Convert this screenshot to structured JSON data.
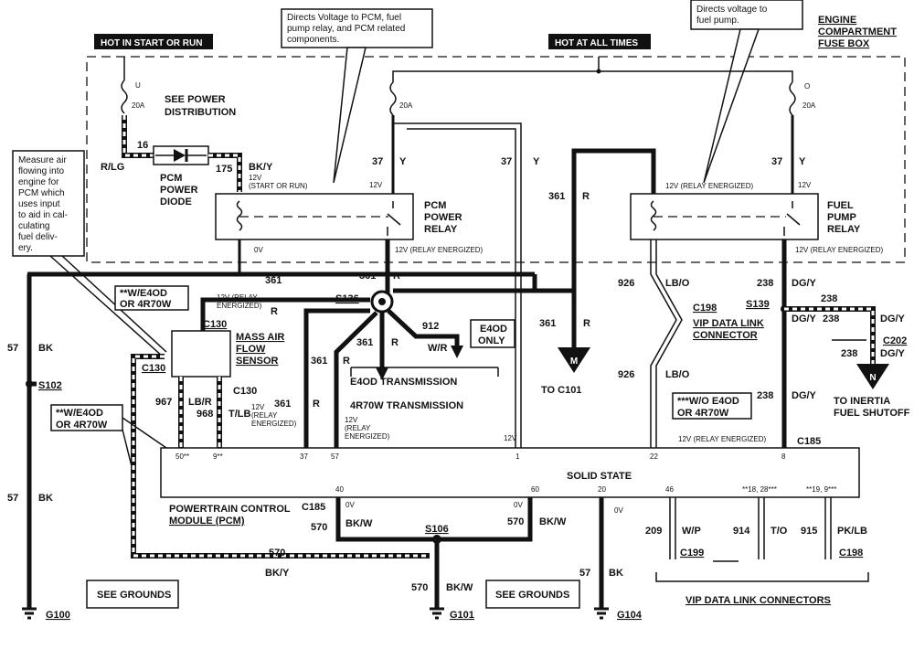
{
  "header": {
    "hot_start_run": "HOT IN START OR RUN",
    "hot_all_times": "HOT AT ALL TIMES",
    "fuse_box": [
      "ENGINE",
      "COMPARTMENT",
      "FUSE BOX"
    ]
  },
  "callouts": {
    "pcm_voltage": [
      "Directs Voltage to PCM, fuel",
      "pump relay, and PCM related",
      "components."
    ],
    "fuel_pump_voltage": [
      "Directs voltage to",
      "fuel pump."
    ],
    "maf": [
      "Measure air",
      "flowing into",
      "engine for",
      "PCM which",
      "uses input",
      "to aid in cal-",
      "culating",
      "fuel deliv-",
      "ery."
    ]
  },
  "fuses": {
    "u": {
      "letter": "U",
      "rating": "20A"
    },
    "mid": {
      "rating": "20A"
    },
    "o": {
      "letter": "O",
      "rating": "20A"
    }
  },
  "see_power_distribution": [
    "SEE POWER",
    "DISTRIBUTION"
  ],
  "diode": {
    "label": [
      "PCM",
      "POWER",
      "DIODE"
    ],
    "circuit_16": "16",
    "circuit_16_color": "R/LG",
    "circuit_175": "175",
    "circuit_175_color": "BK/Y",
    "volt": "12V",
    "volt_note": "(START OR RUN)"
  },
  "pcm_relay": {
    "label": [
      "PCM",
      "POWER",
      "RELAY"
    ],
    "v12": "12V",
    "v0": "0V",
    "v12_energized": "12V (RELAY ENERGIZED)"
  },
  "fuel_pump_relay": {
    "label": [
      "FUEL",
      "PUMP",
      "RELAY"
    ],
    "v12_energized_top": "12V (RELAY ENERGIZED)",
    "v12": "12V",
    "v12_energized": "12V (RELAY ENERGIZED)"
  },
  "wires": {
    "c37a": "37",
    "c37a_color": "Y",
    "c37b": "37",
    "c37b_color": "Y",
    "c37c": "37",
    "c37c_color": "Y",
    "c361_left": "361",
    "c361_left_color": "R",
    "c361_top": "361",
    "c361_top_r": "R",
    "c361_a": "361",
    "c361_a_color": "R",
    "c361_b": "361",
    "c361_b_color": "R",
    "c361_c": "361",
    "c361_c_color": "R",
    "c361_d": "361",
    "c361_d_color": "R",
    "c361_e": "361",
    "c361_e_color": "R",
    "c912": "912",
    "c912_color": "W/R",
    "c926a": "926",
    "c926a_color": "LB/O",
    "c926b": "926",
    "c926b_color": "LB/O",
    "c238a": "238",
    "c238a_color": "DG/Y",
    "c238b": "238",
    "c238c_color": "DG/Y",
    "c238c": "238",
    "c238c_color2": "DG/Y",
    "c238d": "238",
    "c238d_color": "DG/Y",
    "c238e": "238",
    "c238e_color": "DG/Y",
    "c57a": "57",
    "c57a_color": "BK",
    "c57b": "57",
    "c57b_color": "BK",
    "c57c": "57",
    "c57c_color": "BK",
    "c967": "967",
    "c967_color": "LB/R",
    "c968": "968",
    "c968_color": "T/LB",
    "c570a": "570",
    "c570a_color": "BK/W",
    "c570b": "570",
    "c570b_color": "BK/W",
    "c570c": "570",
    "c570c_color": "BK/Y",
    "c570d": "570",
    "c570d_color": "BK/W",
    "c209": "209",
    "c209_color": "W/P",
    "c914": "914",
    "c914_color": "T/O",
    "c915": "915",
    "c915_color": "PK/LB"
  },
  "notes": {
    "e4od_4r70w_top": [
      "**W/E4OD",
      "OR 4R70W"
    ],
    "e4od_4r70w_left": [
      "**W/E4OD",
      "OR 4R70W"
    ],
    "wo_e4od": [
      "***W/O E4OD",
      "OR 4R70W"
    ],
    "e4od_only": [
      "E4OD",
      "ONLY"
    ],
    "relay_energized_12v_maf": [
      "12V (RELAY",
      "ENERGIZED)"
    ],
    "relay_energized_12v_pcm_a": [
      "12V",
      "(RELAY",
      "ENERGIZED)"
    ],
    "relay_energized_12v_pcm_b": [
      "12V",
      "(RELAY",
      "ENERGIZED)"
    ],
    "relay_energized_fuel": "12V (RELAY ENERGIZED)",
    "v12_pin1": "12V",
    "transmission_e4od": "E4OD TRANSMISSION",
    "transmission_4r70w": "4R70W TRANSMISSION"
  },
  "splices": {
    "s136": "S136",
    "s139": "S139",
    "s102": "S102",
    "s106": "S106"
  },
  "connectors": {
    "c130a": "C130",
    "c130b": "C130",
    "c130c": "C130",
    "c198a": "C198",
    "c198b": "C198",
    "c185a": "C185",
    "c185b": "C185",
    "c202": "C202",
    "c199": "C199"
  },
  "maf_sensor": [
    "MASS AIR",
    "FLOW",
    "SENSOR"
  ],
  "vip_data_link": [
    "VIP DATA LINK",
    "CONNECTOR"
  ],
  "to_c101": {
    "letter": "M",
    "label": "TO C101"
  },
  "to_inertia": {
    "letter": "N",
    "label": [
      "TO INERTIA",
      "FUEL SHUTOFF"
    ]
  },
  "pcm": {
    "label": [
      "POWERTRAIN CONTROL",
      "MODULE (PCM)"
    ],
    "solid_state": "SOLID STATE",
    "pins_top": {
      "p50": "50**",
      "p9": "9**",
      "p37": "37",
      "p57": "57",
      "p1": "1",
      "p22": "22",
      "p8": "8"
    },
    "pins_bottom": {
      "p40": "40",
      "p60": "60",
      "p20": "20",
      "p46": "46",
      "p18": "**18, 28***",
      "p19": "**19, 9***"
    },
    "ov_a": "0V",
    "ov_b": "0V",
    "ov_c": "0V"
  },
  "grounds": {
    "see_grounds_a": "SEE GROUNDS",
    "see_grounds_b": "SEE GROUNDS",
    "g100": "G100",
    "g101": "G101",
    "g104": "G104"
  },
  "vip_data_link_connectors": "VIP DATA LINK CONNECTORS"
}
